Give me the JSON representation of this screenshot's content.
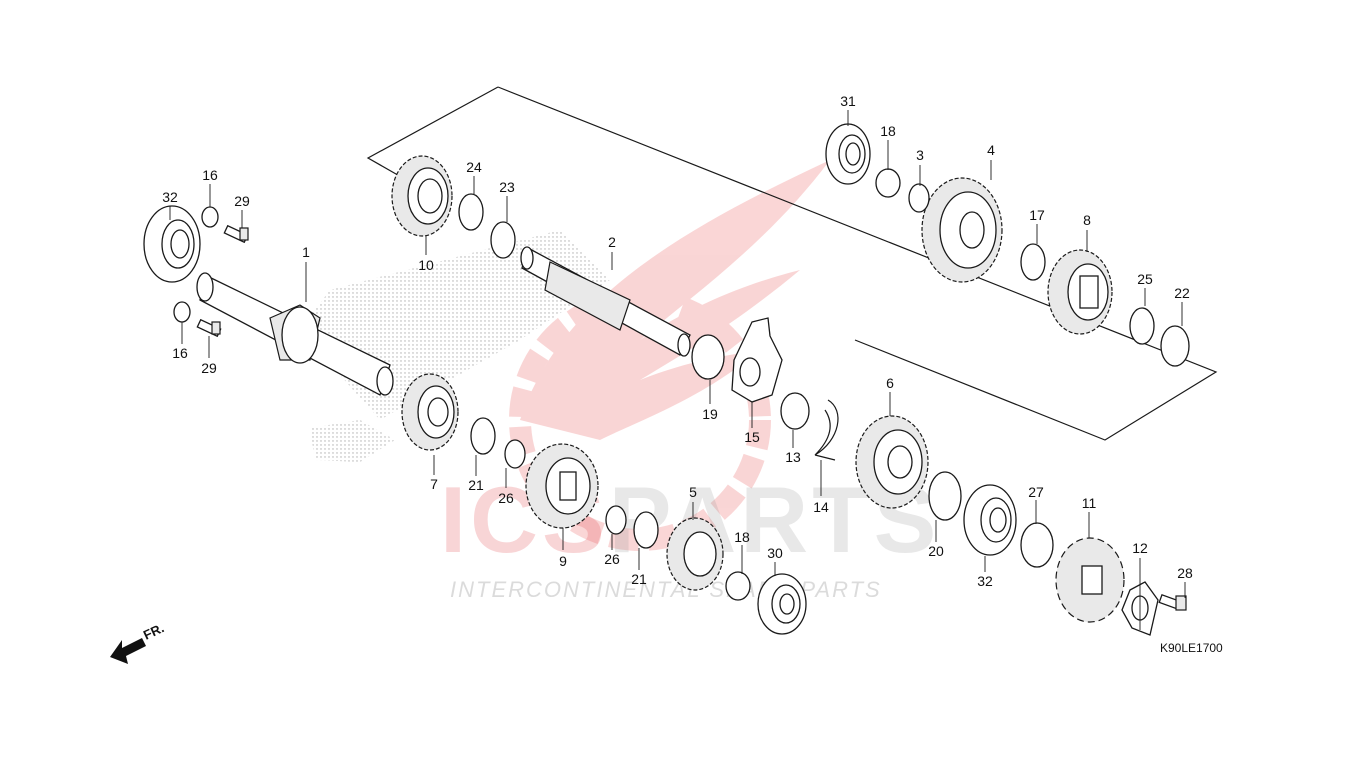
{
  "watermark": {
    "brand": "ICSPARTS",
    "tagline": "INTERCONTINENTAL SPARE PARTS",
    "colors": {
      "ics": "#e3434b",
      "parts": "#9a9a9a",
      "logo": "#f08a8a"
    }
  },
  "diagram": {
    "code": "K90LE1700",
    "direction_label": "FR.",
    "icons": [
      "front-arrow-icon",
      "honda-wing-logo-watermark"
    ]
  },
  "callouts": {
    "c1": "1",
    "c2": "2",
    "c3": "3",
    "c4": "4",
    "c5": "5",
    "c6": "6",
    "c7": "7",
    "c8": "8",
    "c9": "9",
    "c10": "10",
    "c11": "11",
    "c12": "12",
    "c13": "13",
    "c14": "14",
    "c15": "15",
    "c16a": "16",
    "c16b": "16",
    "c17": "17",
    "c18a": "18",
    "c18b": "18",
    "c19": "19",
    "c20": "20",
    "c21a": "21",
    "c21b": "21",
    "c22": "22",
    "c23": "23",
    "c24": "24",
    "c25": "25",
    "c26a": "26",
    "c26b": "26",
    "c27": "27",
    "c28": "28",
    "c29a": "29",
    "c29b": "29",
    "c30": "30",
    "c31": "31",
    "c32a": "32",
    "c32b": "32"
  }
}
